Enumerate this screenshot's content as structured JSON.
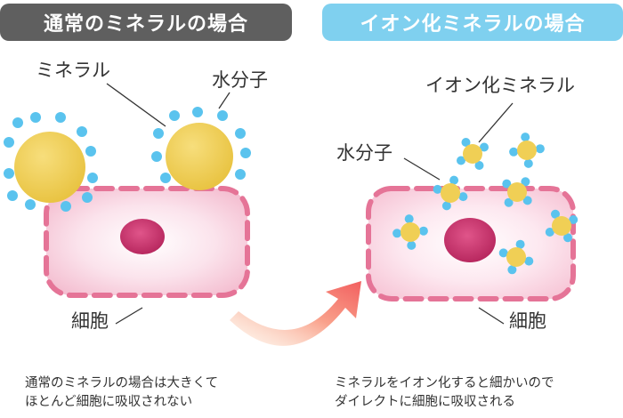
{
  "headers": {
    "normal": "通常のミネラルの場合",
    "ionized": "イオン化ミネラルの場合"
  },
  "left_diagram": {
    "mineral_label": "ミネラル",
    "water_label": "水分子",
    "cell_label": "細胞",
    "caption_line1": "通常のミネラルの場合は大きくて",
    "caption_line2": "ほとんど細胞に吸収されない"
  },
  "right_diagram": {
    "ion_mineral_label": "イオン化ミネラル",
    "water_label": "水分子",
    "cell_label": "細胞",
    "caption_line1": "ミネラルをイオン化すると細かいので",
    "caption_line2": "ダイレクトに細胞に吸収される"
  },
  "colors": {
    "header_normal": "#5f5f5f",
    "header_ionized": "#7fd0ef",
    "mineral": "#f0cf55",
    "water": "#5ac3ee",
    "cell_fill": "#f9d2df",
    "cell_border": "#e57497",
    "nucleus": "#c8336e",
    "arrow": "#f26a6a"
  }
}
